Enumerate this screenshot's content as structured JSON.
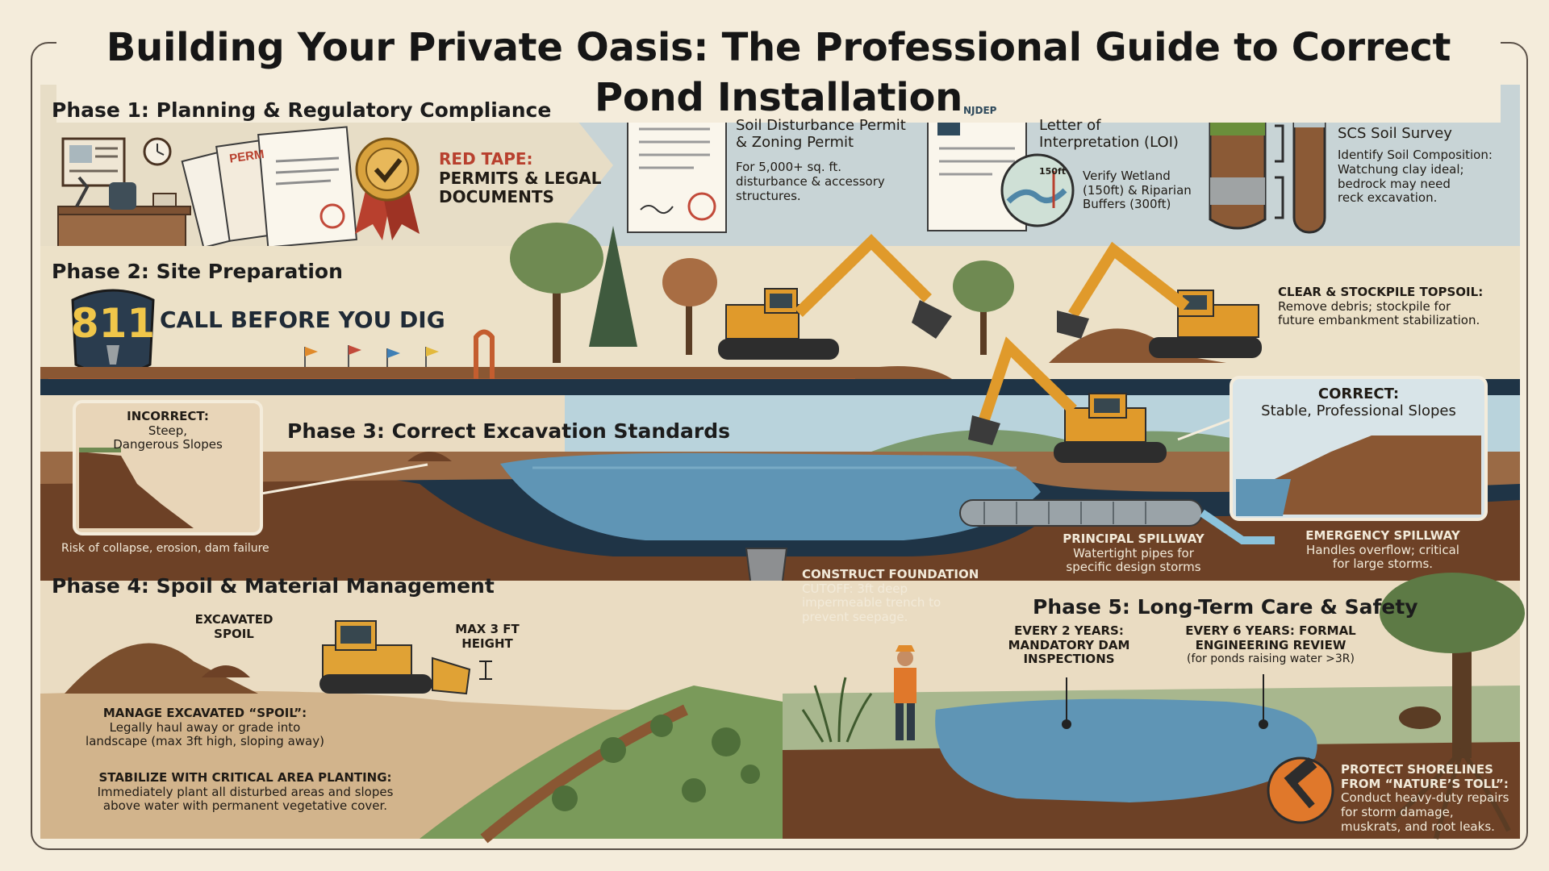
{
  "title": "Building Your Private Oasis: The Professional Guide to Correct Pond Installation",
  "colors": {
    "background": "#f4ecdb",
    "phase1_band": "#c8d4d6",
    "water": "#5f95b5",
    "soil": "#7a4e2d",
    "dark_underlay": "#1f3446",
    "excavator": "#e09a2b",
    "accent_red": "#b8402e"
  },
  "phase1": {
    "title": "Phase 1: Planning & Regulatory Compliance",
    "red_tape": {
      "heading": "RED TAPE:",
      "line1": "PERMITS & LEGAL",
      "line2": "DOCUMENTS"
    },
    "soil_permit": {
      "heading1": "Soil Disturbance Permit",
      "heading2": "& Zoning Permit",
      "body1": "For 5,000+ sq. ft.",
      "body2": "disturbance & accessory",
      "body3": "structures."
    },
    "loi": {
      "badge": "NJDEP",
      "heading1": "Letter of",
      "heading2": "Interpretation (LOI)",
      "map_label": "150ft",
      "body1": "Verify Wetland",
      "body2": "(150ft) & Riparian",
      "body3": "Buffers (300ft)"
    },
    "soil_survey": {
      "heading": "SCS Soil Survey",
      "body1": "Identify Soil Composition:",
      "body2": "Watchung clay ideal;",
      "body3": "bedrock may need",
      "body4": "reck excavation."
    }
  },
  "phase2": {
    "title": "Phase 2: Site Preparation",
    "badge_811": "811",
    "call_before": "CALL BEFORE YOU DIG",
    "topsoil": {
      "heading": "CLEAR & STOCKPILE TOPSOIL:",
      "body1": "Remove debris; stockpile for",
      "body2": "future embankment stabilization."
    }
  },
  "phase3": {
    "title": "Phase 3: Correct Excavation Standards",
    "incorrect": {
      "heading": "INCORRECT:",
      "line1": "Steep,",
      "line2": "Dangerous Slopes"
    },
    "risk": "Risk of collapse, erosion, dam failure",
    "correct": {
      "heading": "CORRECT:",
      "line1": "Stable, Professional Slopes"
    },
    "principal_spillway": {
      "heading": "PRINCIPAL SPILLWAY",
      "body1": "Watertight pipes for",
      "body2": "specific design storms"
    },
    "emergency_spillway": {
      "heading": "EMERGENCY SPILLWAY",
      "body1": "Handles overflow; critical",
      "body2": "for large storms."
    },
    "cutoff": {
      "line1": "CONSTRUCT FOUNDATION",
      "line2": "CUTOFF: 3ft deep",
      "line3": "impermeable trench to",
      "line4": "prevent seepage."
    }
  },
  "phase4": {
    "title": "Phase 4: Spoil & Material Management",
    "excavated": {
      "line1": "EXCAVATED",
      "line2": "SPOIL"
    },
    "max_height": {
      "line1": "MAX 3 FT",
      "line2": "HEIGHT"
    },
    "manage": {
      "heading": "MANAGE EXCAVATED “SPOIL”:",
      "body1": "Legally haul away or grade into",
      "body2": "landscape (max 3ft high, sloping away)"
    },
    "stabilize": {
      "heading": "STABILIZE WITH CRITICAL AREA PLANTING:",
      "body1": "Immediately plant all disturbed areas and slopes",
      "body2": "above water with permanent vegetative cover."
    }
  },
  "phase5": {
    "title": "Phase 5: Long-Term Care & Safety",
    "every2": {
      "line1": "EVERY 2 YEARS:",
      "line2": "MANDATORY DAM",
      "line3": "INSPECTIONS"
    },
    "every6": {
      "line1": "EVERY 6 YEARS: FORMAL",
      "line2": "ENGINEERING REVIEW",
      "line3": "(for ponds raising water >3R)"
    },
    "protect": {
      "line1": "PROTECT SHORELINES",
      "line2": "FROM “NATURE’S TOLL”:",
      "line3": "Conduct heavy-duty repairs",
      "line4": "for storm damage,",
      "line5": "muskrats, and root leaks."
    }
  }
}
